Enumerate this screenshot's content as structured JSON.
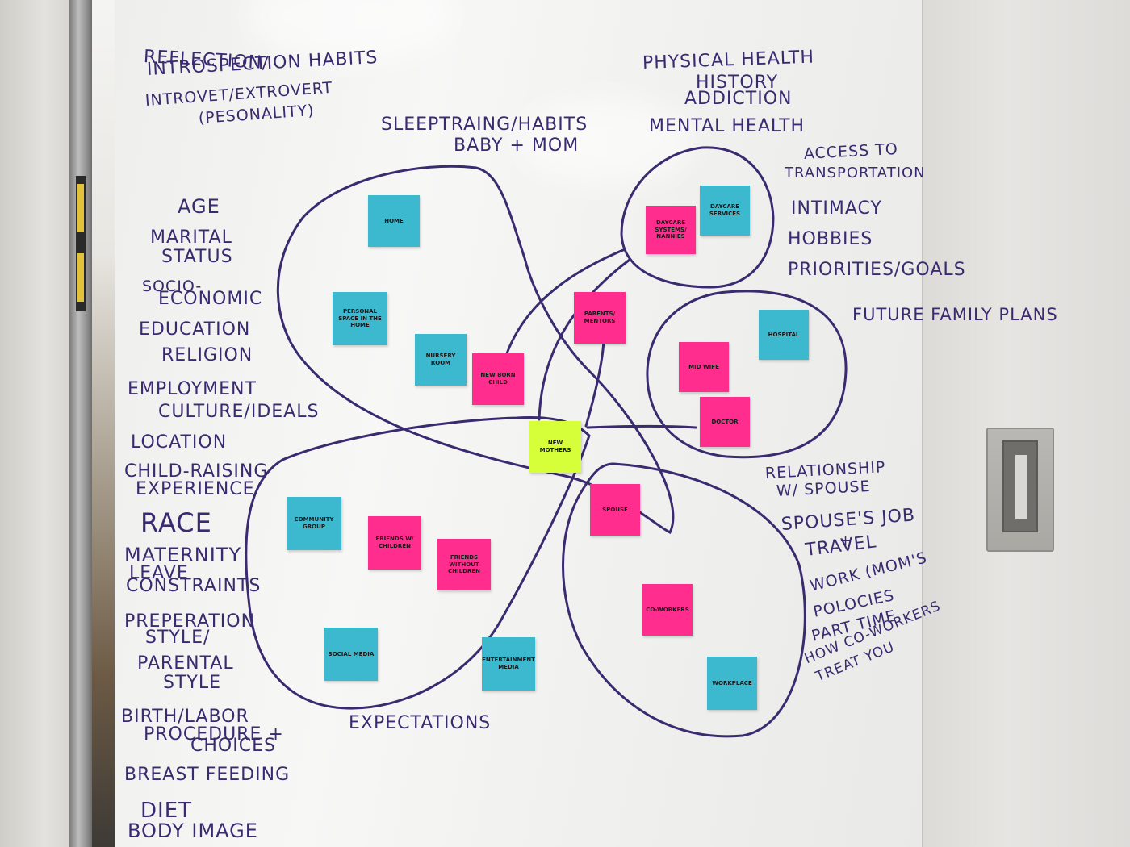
{
  "colors": {
    "ink": "#3a2a70",
    "note_blue": "#3cb8cf",
    "note_pink": "#ff2e8e",
    "note_yellow": "#d6ff3a"
  },
  "left_column": [
    "REFLECTION/",
    "INTROSPECTION HABITS",
    "INTROVET/EXTROVERT",
    "(PESONALITY)",
    "AGE",
    "MARITAL",
    "STATUS",
    "SOCIO-",
    "ECONOMIC",
    "EDUCATION",
    "RELIGION",
    "EMPLOYMENT",
    "CULTURE/IDEALS",
    "LOCATION",
    "CHILD-RAISING",
    "EXPERIENCE",
    "RACE",
    "MATERNITY",
    "LEAVE",
    "CONSTRAINTS",
    "PREPERATION",
    "STYLE/",
    "PARENTAL",
    "STYLE",
    "BIRTH/LABOR",
    "PROCEDURE +",
    "CHOICES",
    "BREAST FEEDING",
    "DIET",
    "BODY IMAGE"
  ],
  "top_center": [
    "SLEEPTRAING/HABITS",
    "BABY + MOM"
  ],
  "top_right": [
    "PHYSICAL HEALTH",
    "HISTORY",
    "ADDICTION",
    "MENTAL HEALTH"
  ],
  "right_column": [
    "ACCESS TO",
    "TRANSPORTATION",
    "INTIMACY",
    "HOBBIES",
    "PRIORITIES/GOALS",
    "FUTURE FAMILY PLANS",
    "RELATIONSHIP",
    "W/ SPOUSE",
    "SPOUSE'S JOB",
    "+",
    "TRAVEL",
    "WORK (MOM'S",
    "POLOCIES",
    "PART TIME",
    "HOW CO-WORKERS",
    "TREAT YOU"
  ],
  "bottom_label": "EXPECTATIONS",
  "notes": {
    "home": "HOME",
    "personal_space": "PERSONAL SPACE IN THE HOME",
    "nursery": "NURSERY ROOM",
    "new_born": "NEW BORN CHILD",
    "parents_mentors": "PARENTS/ MENTORS",
    "daycare_systems": "DAYCARE SYSTEMS/ NANNIES",
    "daycare_services": "DAYCARE SERVICES",
    "hospital": "HOSPITAL",
    "mid_wife": "MID WIFE",
    "doctor": "DOCTOR",
    "new_mothers": "NEW MOTHERS",
    "spouse": "SPOUSE",
    "community_group": "COMMUNITY GROUP",
    "friends_children": "FRIENDS W/ CHILDREN",
    "friends_without": "FRIENDS WITHOUT CHILDREN",
    "social_media": "SOCIAL MEDIA",
    "entertainment_media": "ENTERTAINMENT MEDIA",
    "coworkers": "CO-WORKERS",
    "workplace": "WORKPLACE"
  }
}
